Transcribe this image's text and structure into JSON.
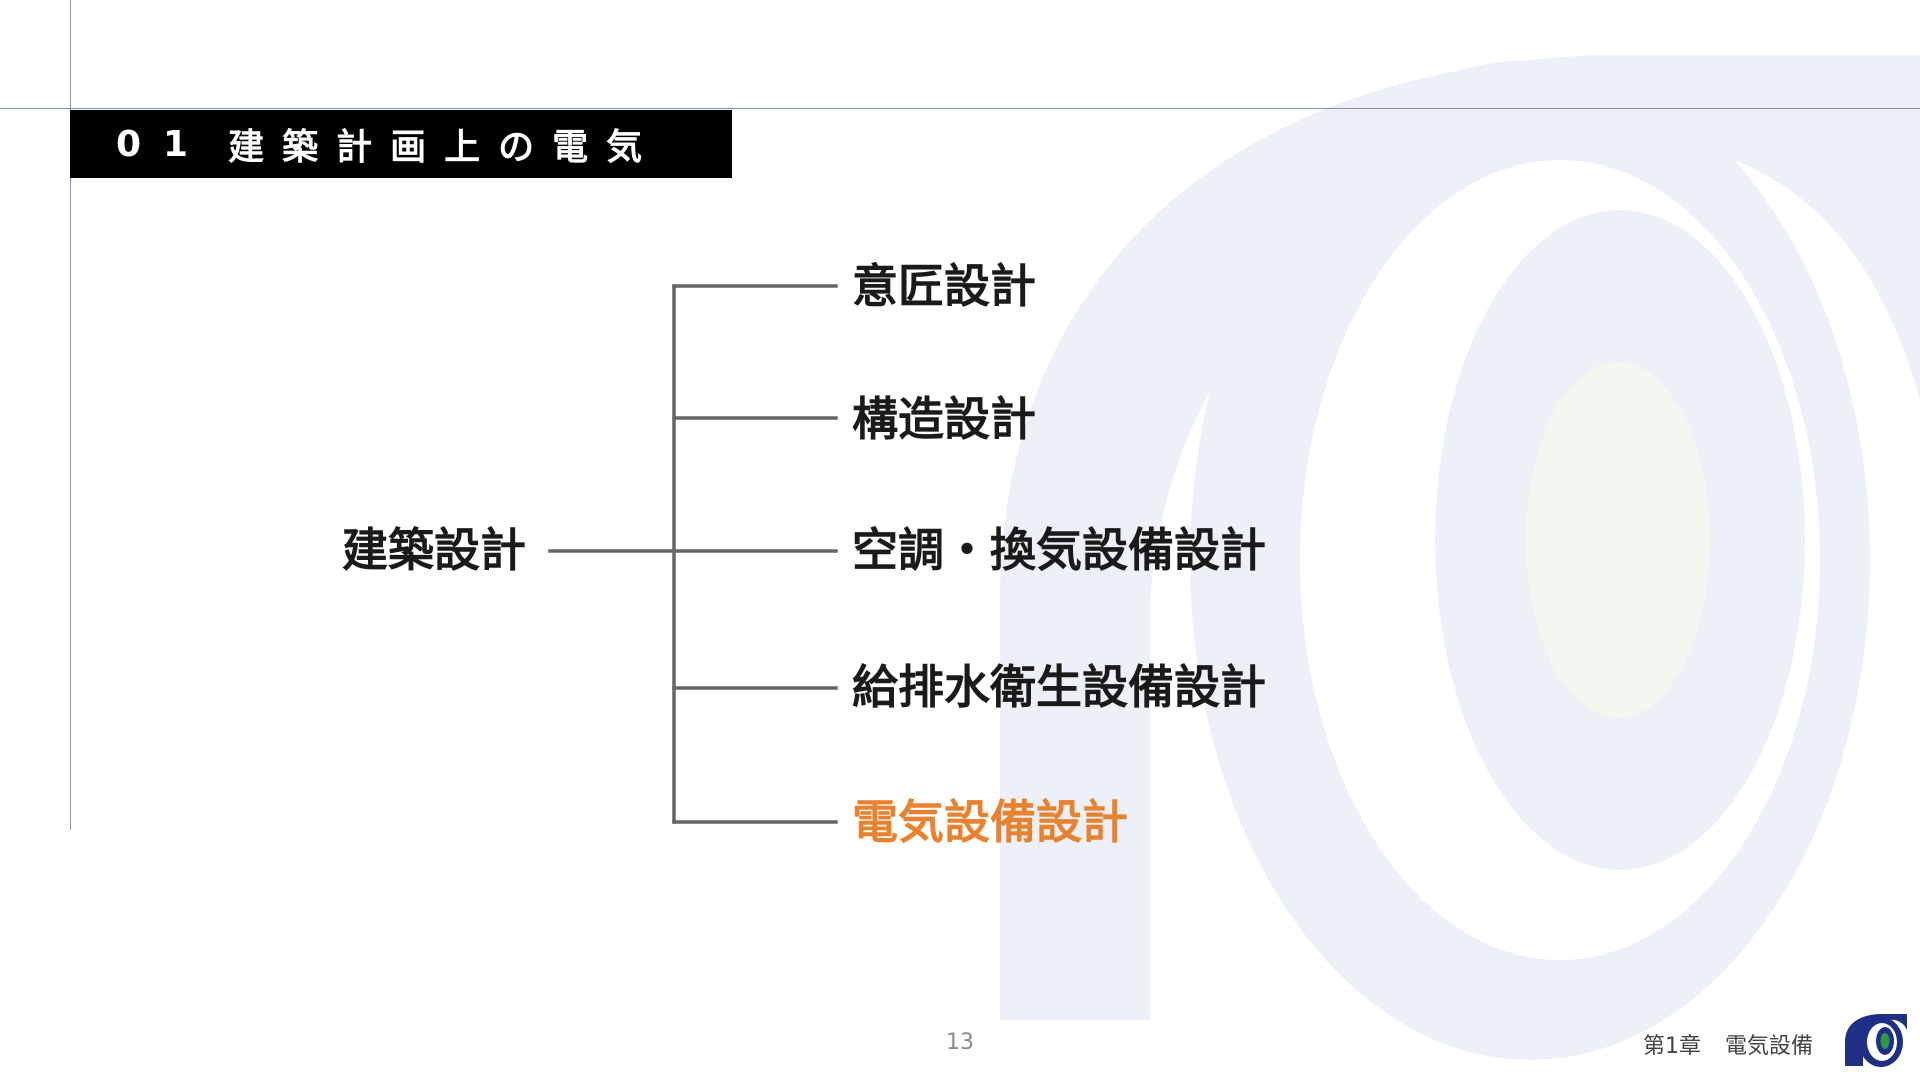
{
  "header": {
    "number": "01",
    "title": "建築計画上の電気"
  },
  "tree": {
    "root": "建築設計",
    "children": [
      {
        "label": "意匠設計",
        "highlight": false
      },
      {
        "label": "構造設計",
        "highlight": false
      },
      {
        "label": "空調・換気設備設計",
        "highlight": false
      },
      {
        "label": "給排水衛生設備設計",
        "highlight": false
      },
      {
        "label": "電気設備設計",
        "highlight": true
      }
    ]
  },
  "footer": {
    "page_number": "13",
    "chapter": "第1章",
    "chapter_title": "電気設備"
  },
  "colors": {
    "highlight": "#e8822e",
    "connector": "#666666",
    "watermark": "#eef0f7",
    "watermark_inner": "#f2f7ef",
    "logo_blue": "#1e2f86",
    "logo_green": "#2e9a45"
  }
}
